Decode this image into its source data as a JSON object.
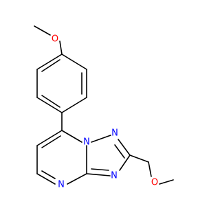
{
  "colors": {
    "carbon_bond": "#000000",
    "oxygen": "#ff0000",
    "nitrogen": "#0000ff",
    "background": "#ffffff"
  },
  "atoms": {
    "o_top": "O",
    "n_bridge": "N",
    "n_triazole_right": "N",
    "n_triazole_bottom": "N",
    "n_pyrimidine": "N",
    "o_ether": "O"
  }
}
